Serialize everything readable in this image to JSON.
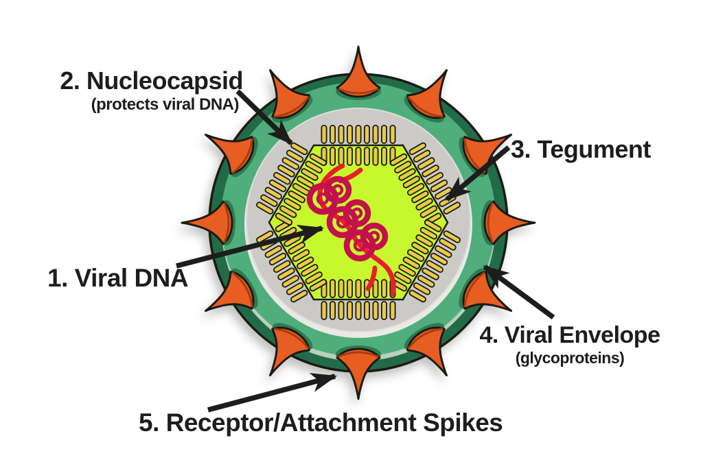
{
  "labels": {
    "viral_dna": {
      "text": "1. Viral DNA"
    },
    "nucleocapsid": {
      "text": "2. Nucleocapsid",
      "subtext": "(protects viral DNA)"
    },
    "tegument": {
      "text": "3. Tegument"
    },
    "viral_envelope": {
      "text": "4. Viral Envelope",
      "subtext": "(glycoproteins)"
    },
    "receptor_spikes": {
      "text": "5. Receptor/Attachment Spikes"
    }
  },
  "colors": {
    "background": "#ffffff",
    "ink": "#1d1d1b",
    "outline": "#1a1a12",
    "envelope_dark_green": "#226b48",
    "envelope_green": "#4fae7b",
    "envelope_gap_highlight": "#bccfbc",
    "spike_socket_green": "#2e7b52",
    "tegument_gray": "#cbcac6",
    "tegument_gap_highlight": "#eae9e5",
    "core_chartreuse": "#c7f72d",
    "capsomere_yellow": "#eac94a",
    "spike_orange": "#e85d22",
    "spike_shade": "#a83c10",
    "dna_red": "#e7202c",
    "dna_crimson": "#c4104c"
  }
}
